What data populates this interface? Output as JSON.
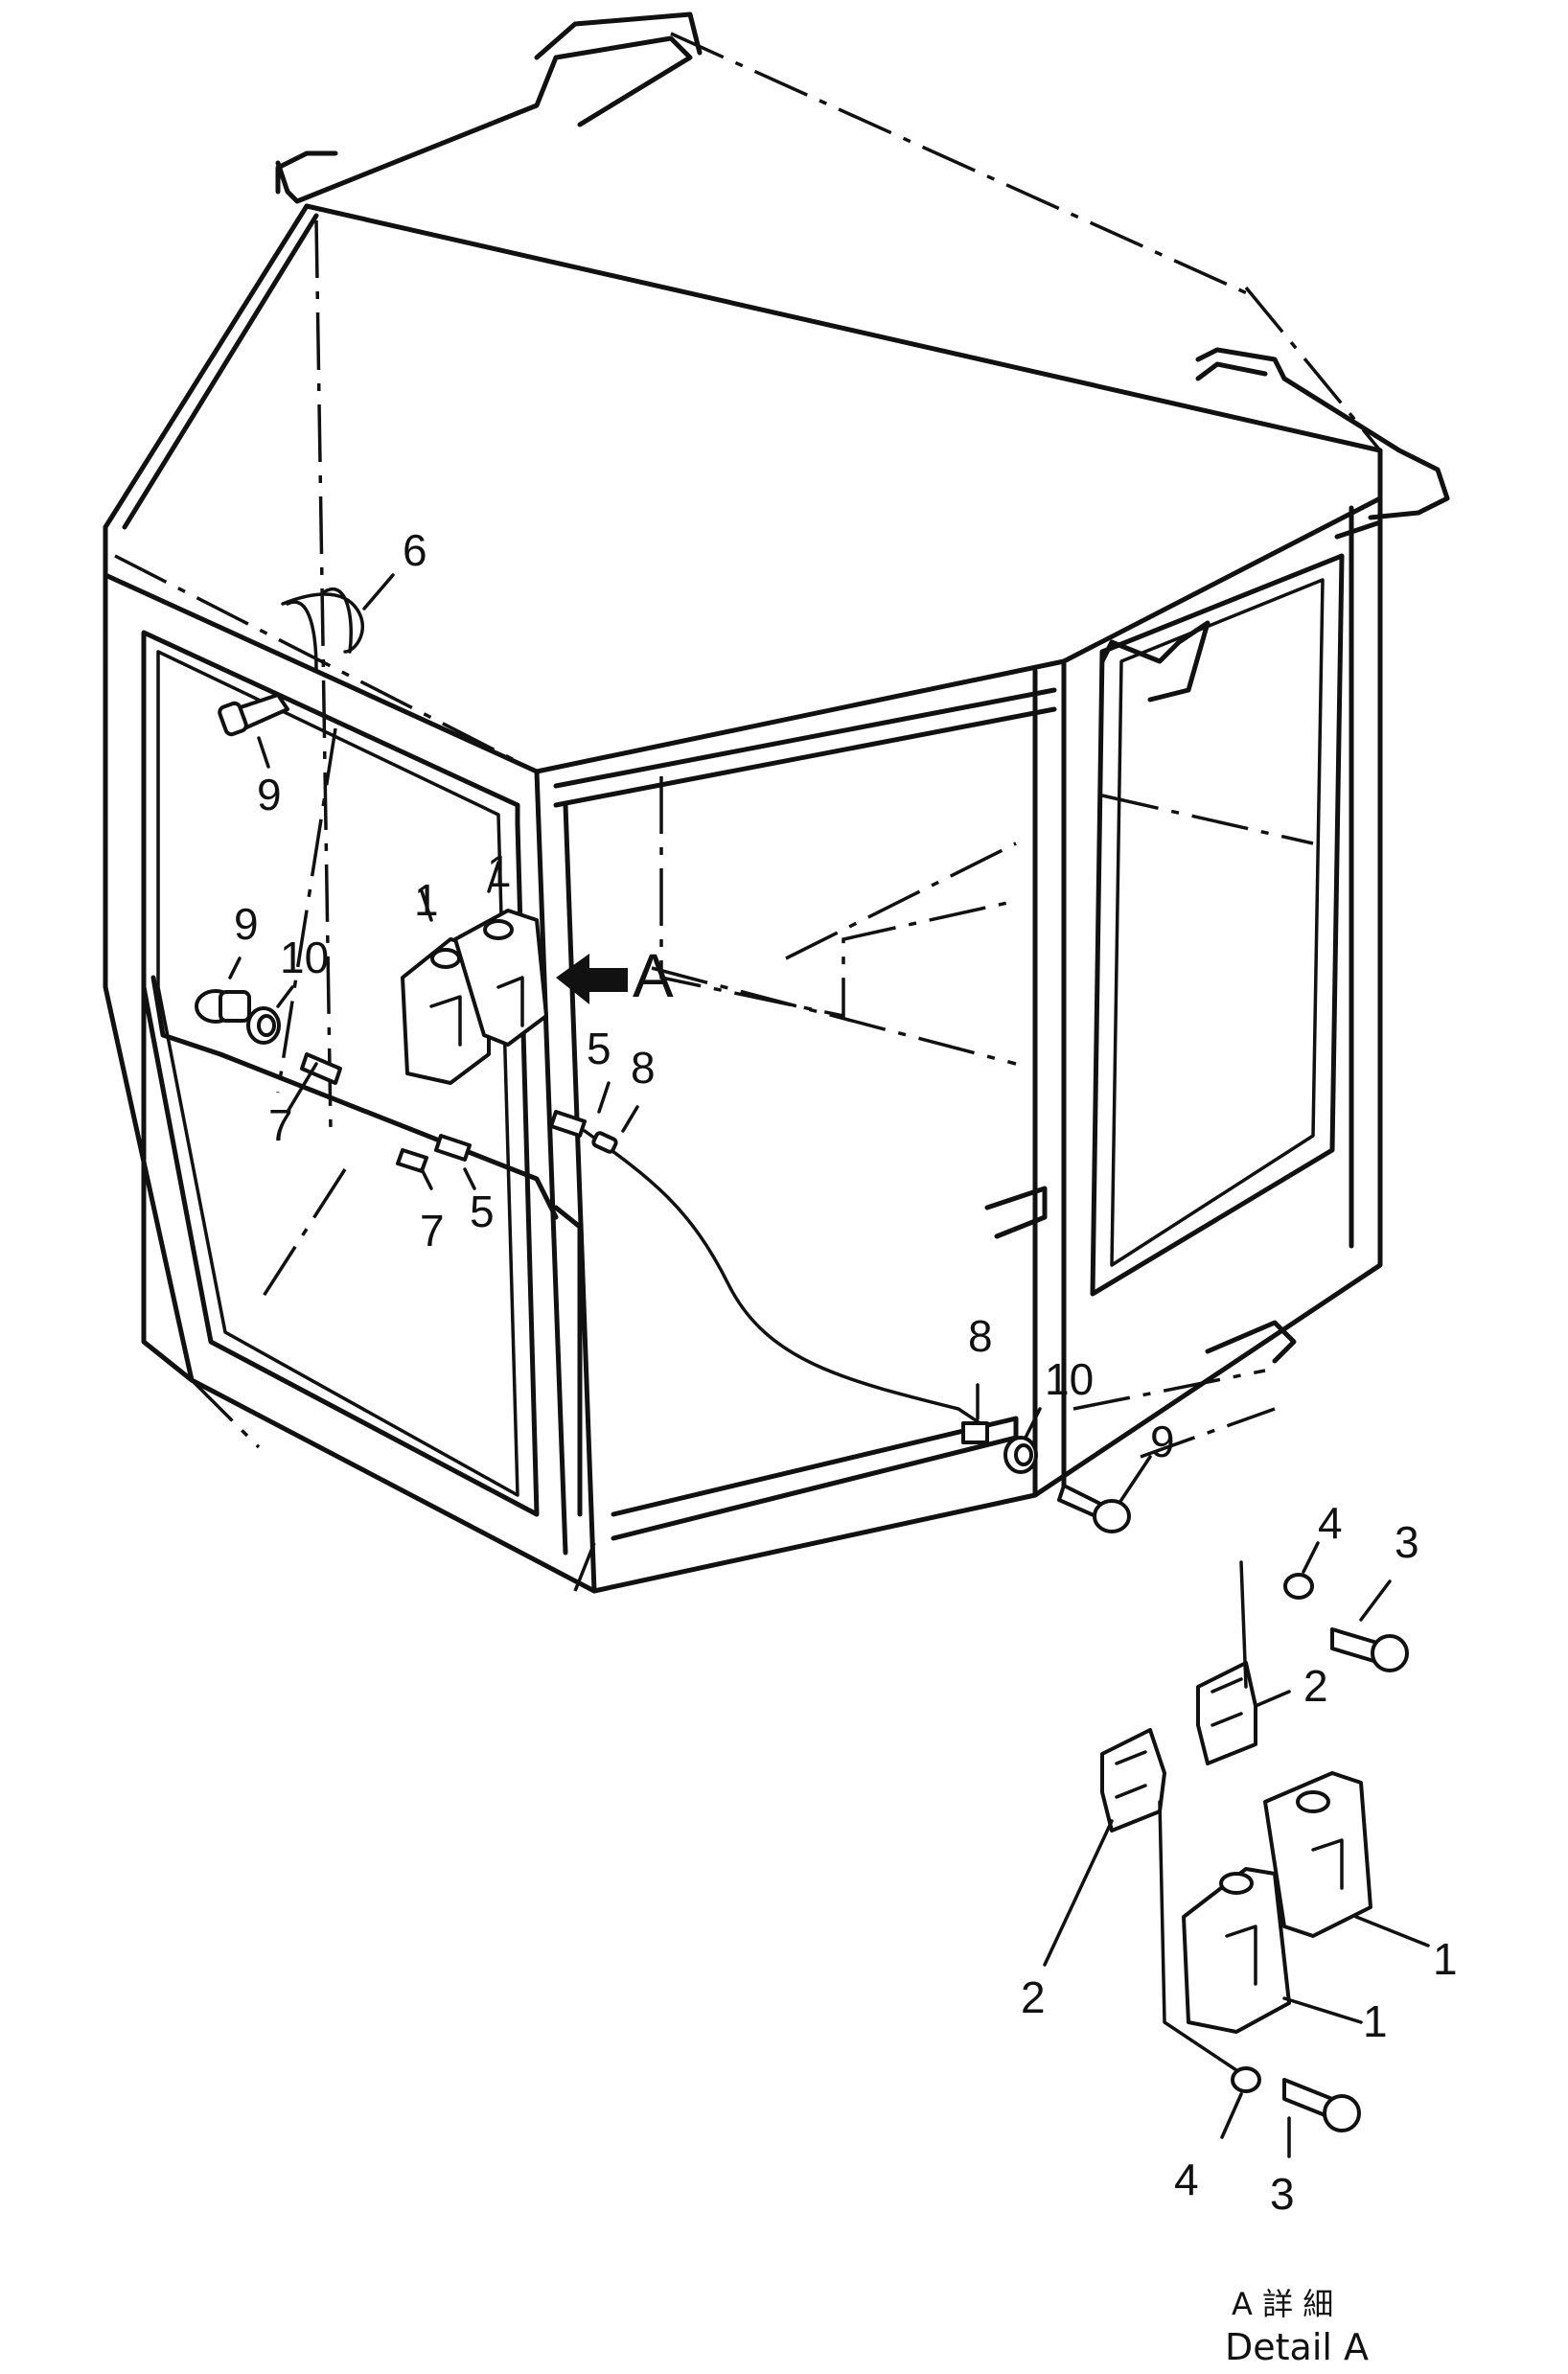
{
  "callouts": {
    "c6": "6",
    "c9a": "9",
    "c9b": "9",
    "c10a": "10",
    "c1a": "1",
    "c1b": "1",
    "view_a": "A",
    "c5a": "5",
    "c8a": "8",
    "c7a": "7",
    "c7b": "7",
    "c5b": "5",
    "c8b": "8",
    "c10b": "10",
    "c9c": "9"
  },
  "detail": {
    "c4a": "4",
    "c3a": "3",
    "c2a": "2",
    "c2b": "2",
    "c1a": "1",
    "c1b": "1",
    "c4b": "4",
    "c3b": "3",
    "caption_jp": "A 詳 細",
    "caption_en": "Detail A"
  }
}
